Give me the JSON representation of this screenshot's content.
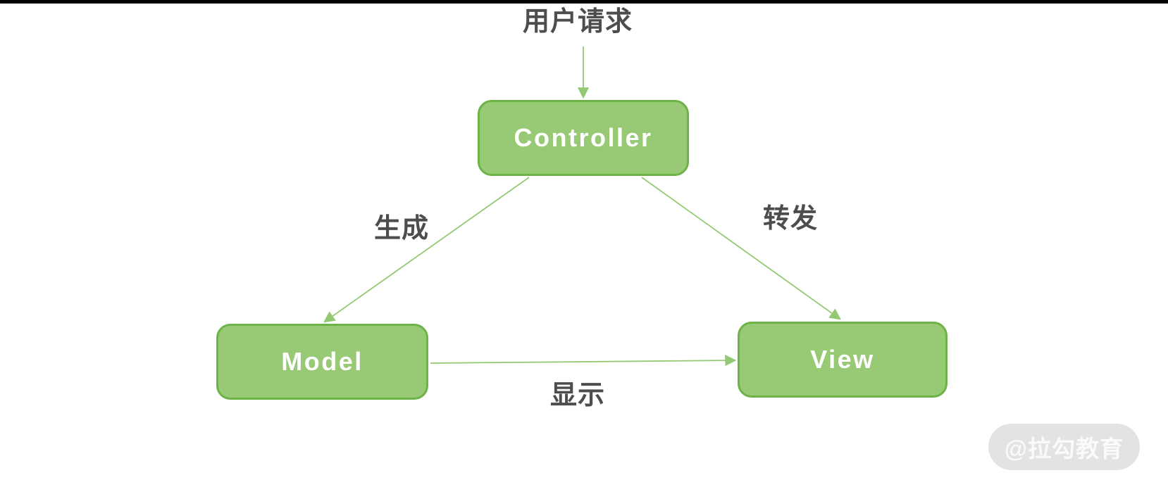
{
  "diagram": {
    "entry_label": "用户请求",
    "nodes": [
      {
        "id": "controller",
        "label": "Controller"
      },
      {
        "id": "model",
        "label": "Model"
      },
      {
        "id": "view",
        "label": "View"
      }
    ],
    "edges": [
      {
        "from": "user-request",
        "to": "controller",
        "label": ""
      },
      {
        "from": "controller",
        "to": "model",
        "label": "生成"
      },
      {
        "from": "controller",
        "to": "view",
        "label": "转发"
      },
      {
        "from": "model",
        "to": "view",
        "label": "显示"
      }
    ],
    "watermark": "@拉勾教育",
    "colors": {
      "node_fill": "#98c975",
      "node_border": "#6db348",
      "node_text": "#ffffff",
      "edge_line": "#94c973",
      "label_text": "#4f4c4c",
      "watermark_bg": "#e3e3e3",
      "watermark_text": "#fafafa",
      "top_bar": "#000000",
      "background": "#ffffff"
    }
  }
}
